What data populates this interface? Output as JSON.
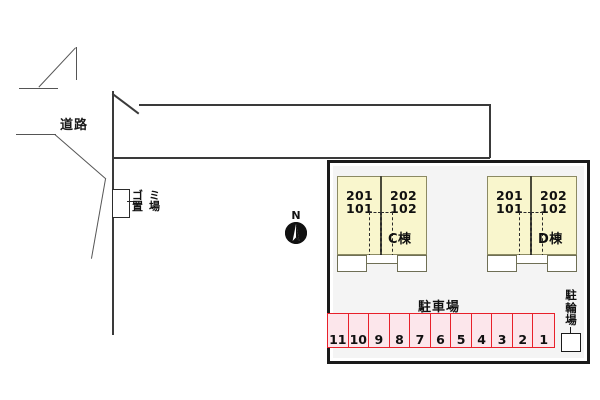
{
  "plan": {
    "road_label": "道路",
    "garbage_label_chars": [
      "ゴ",
      "ミ",
      "置",
      "場"
    ],
    "compass_label": "N",
    "parking_title": "駐車場",
    "bicycle_label": "駐輪場",
    "parking_stalls": [
      "11",
      "10",
      "9",
      "8",
      "7",
      "6",
      "5",
      "4",
      "3",
      "2",
      "1"
    ],
    "buildings": [
      {
        "name": "C棟",
        "left_unit_upper": "201",
        "left_unit_lower": "101",
        "right_unit_upper": "202",
        "right_unit_lower": "102"
      },
      {
        "name": "D棟",
        "left_unit_upper": "201",
        "left_unit_lower": "101",
        "right_unit_upper": "202",
        "right_unit_lower": "102"
      }
    ]
  },
  "colors": {
    "building_fill": "#f9f6cd",
    "building_stroke": "#8c8a63",
    "parking_fill": "#fce6eb",
    "parking_stroke": "#e8202a",
    "site_stroke": "#1a1a1a",
    "line": "#3a3a3a",
    "background": "#ffffff"
  }
}
